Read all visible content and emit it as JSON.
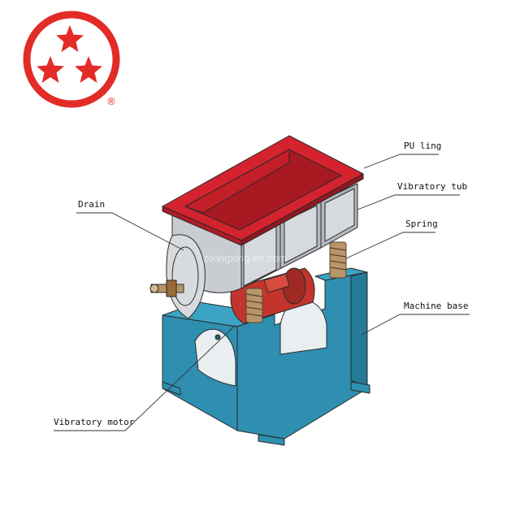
{
  "logo": {
    "color": "#e32b27",
    "icon": "three-star-circle-logo",
    "registered_mark": "®"
  },
  "colors": {
    "base": "#2e8fb0",
    "tub": "#c9cdd2",
    "lining": "#d4232f",
    "motor": "#c3342c",
    "spring": "#b8956a",
    "outline": "#2a2a2a"
  },
  "labels": {
    "pu_lining": "PU ling",
    "vibratory_tub": "Vibratory tub",
    "spring": "Spring",
    "machine_base": "Machine  base",
    "drain": "Drain",
    "vibratory_motor": "Vibratory motor"
  },
  "watermark": "zixingxing.en.com"
}
